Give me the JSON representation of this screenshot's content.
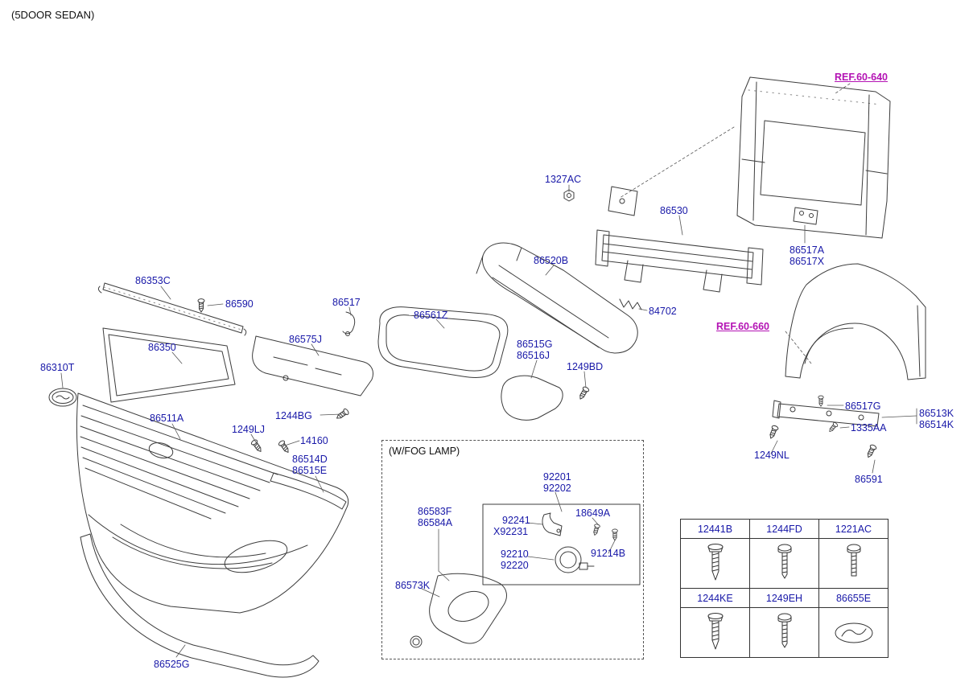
{
  "title": "(5DOOR SEDAN)",
  "colors": {
    "part_label": "#1818a8",
    "ref_label": "#b413b4",
    "line": "#3c3c3c"
  },
  "refs": {
    "ref_60_640": "REF.60-640",
    "ref_60_660": "REF.60-660"
  },
  "fog_section": {
    "title": "(W/FOG LAMP)"
  },
  "labels": {
    "86353C": "86353C",
    "86590": "86590",
    "86350": "86350",
    "86310T": "86310T",
    "86511A": "86511A",
    "1249LJ": "1249LJ",
    "14160": "14160",
    "86514D": "86514D",
    "86515E": "86515E",
    "86525G": "86525G",
    "1244BG": "1244BG",
    "86575J": "86575J",
    "86517": "86517",
    "86561Z": "86561Z",
    "86520B": "86520B",
    "86515G": "86515G",
    "86516J": "86516J",
    "1249BD": "1249BD",
    "1327AC": "1327AC",
    "86530": "86530",
    "84702": "84702",
    "86517A": "86517A",
    "86517X": "86517X",
    "86517G": "86517G",
    "86513K": "86513K",
    "86514K": "86514K",
    "1335AA": "1335AA",
    "1249NL": "1249NL",
    "86591": "86591",
    "86583F": "86583F",
    "86584A": "86584A",
    "92201": "92201",
    "92202": "92202",
    "92241": "92241",
    "X92231": "X92231",
    "18649A": "18649A",
    "92210": "92210",
    "92220": "92220",
    "91214B": "91214B",
    "86573K": "86573K"
  },
  "fastener_table": {
    "rows": [
      {
        "cells": [
          {
            "label": "12441B",
            "icon": "tapping-screw"
          },
          {
            "label": "1244FD",
            "icon": "machine-screw"
          },
          {
            "label": "1221AC",
            "icon": "machine-screw"
          }
        ]
      },
      {
        "cells": [
          {
            "label": "1244KE",
            "icon": "tapping-screw"
          },
          {
            "label": "1249EH",
            "icon": "machine-screw"
          },
          {
            "label": "86655E",
            "icon": "emblem-oval"
          }
        ]
      }
    ]
  }
}
